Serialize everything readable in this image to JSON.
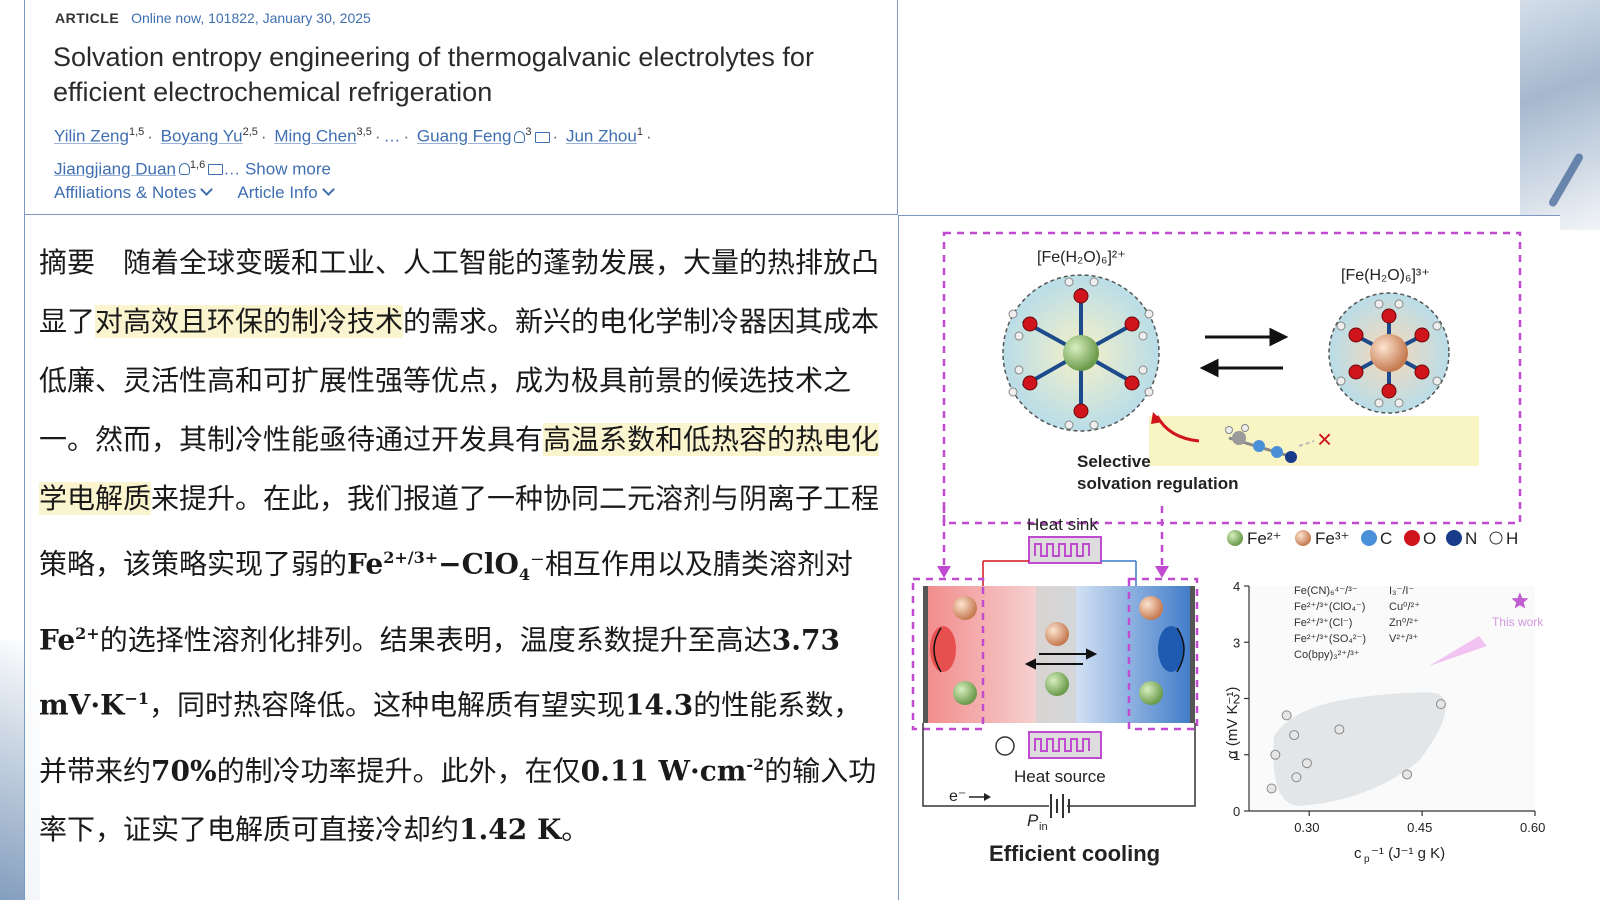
{
  "header": {
    "type": "ARTICLE",
    "status": "Online now, 101822, January 30, 2025",
    "title": "Solvation entropy engineering of thermogalvanic electrolytes for efficient electrochemical refrigeration",
    "authors": [
      {
        "name": "Yilin Zeng",
        "sup": "1,5"
      },
      {
        "name": "Boyang Yu",
        "sup": "2,5"
      },
      {
        "name": "Ming Chen",
        "sup": "3,5"
      },
      {
        "name": "Guang Feng",
        "sup": "3"
      },
      {
        "name": "Jun Zhou",
        "sup": "1"
      },
      {
        "name": "Jiangjiang Duan",
        "sup": "1,6"
      }
    ],
    "ellipsis": "…",
    "show_more": "Show more",
    "tabs": [
      "Affiliations & Notes",
      "Article Info"
    ]
  },
  "abstract": {
    "label": "摘要",
    "s1": "随着全球变暖和工业、人工智能的蓬勃发展，大量的热排放凸显了",
    "h1": "对高效且环保的制冷技术",
    "s2": "的需求。新兴的电化学制冷器因其成本低廉、灵活性高和可扩展性强等优点，成为极具前景的候选技术之一。然而，其制冷性能亟待通过开发具有",
    "h2": "高温系数和低热容的热电化学电解质",
    "s3": "来提升。在此，我们报道了一种协同二元溶剂与阴离子工程策略，该策略实现了弱的",
    "b1": "Fe",
    "b1sup": "2+/3+",
    "b1b": "−ClO",
    "b1sub": "4",
    "b1c": "⁻",
    "s4": "相互作用以及腈类溶剂对",
    "b2": "Fe",
    "b2sup": "2+",
    "s5": "的选择性溶剂化排列。结果表明，温度系数提升至高达",
    "b3": "3.73 mV·K",
    "b3sup": "−1",
    "s6": "，同时热容降低。这种电解质有望实现",
    "b4": "14.3",
    "s7": "的性能系数，并带来约",
    "b5": "70%",
    "s8": "的制冷功率提升。此外，在仅",
    "b6": "0.11 W·cm",
    "b6sup": "-2",
    "s9": "的输入功率下，证实了电解质可直接冷却约",
    "b7": "1.42 K",
    "s10": "。"
  },
  "figure": {
    "complex_left": "[Fe(H₂O)₆]²⁺",
    "complex_right": "[Fe(H₂O)₆]³⁺",
    "selective_1": "Selective",
    "selective_2": "solvation  regulation",
    "legend": [
      "Fe²⁺",
      "Fe³⁺",
      "C",
      "O",
      "N",
      "H"
    ],
    "heat_sink": "Heat sink",
    "heat_source": "Heat source",
    "electron": "e⁻",
    "power": "P",
    "power_sub": "in",
    "caption": "Efficient cooling",
    "cross": "×",
    "colors": {
      "frame": "#c04ad0",
      "fe2": "#8ab86a",
      "fe3": "#e6a07a",
      "oxygen": "#d0141c",
      "nitrogen": "#1a3a8a",
      "carbon": "#4a90d8",
      "star": "#c060d0"
    }
  },
  "chart_data": {
    "type": "scatter",
    "xlabel": "c",
    "xlabel_sub": "p",
    "xlabel_tail": "⁻¹ (J⁻¹ g K)",
    "ylabel": "α (mV K⁻¹)",
    "xlim": [
      0.22,
      0.6
    ],
    "ylim": [
      0,
      4
    ],
    "xticks": [
      "0.30",
      "0.45",
      "0.60"
    ],
    "yticks": [
      "0",
      "1",
      "2",
      "3",
      "4"
    ],
    "legend": [
      "Fe(CN)₆⁴⁻/³⁻",
      "Fe²⁺/³⁺(ClO₄⁻)",
      "Fe²⁺/³⁺(Cl⁻)",
      "Fe²⁺/³⁺(SO₄²⁻)",
      "Co(bpy)₃²⁺/³⁺",
      "I₃⁻/I⁻",
      "Cu⁰/²⁺",
      "Zn⁰/²⁺",
      "V²⁺/³⁺"
    ],
    "points": [
      {
        "x": 0.25,
        "y": 0.4
      },
      {
        "x": 0.255,
        "y": 1.0
      },
      {
        "x": 0.27,
        "y": 1.7
      },
      {
        "x": 0.28,
        "y": 1.35
      },
      {
        "x": 0.283,
        "y": 0.6
      },
      {
        "x": 0.297,
        "y": 0.85
      },
      {
        "x": 0.34,
        "y": 1.45
      },
      {
        "x": 0.43,
        "y": 0.65
      },
      {
        "x": 0.475,
        "y": 1.9
      }
    ],
    "this_work": {
      "x": 0.58,
      "y": 3.73,
      "label": "This work"
    }
  }
}
